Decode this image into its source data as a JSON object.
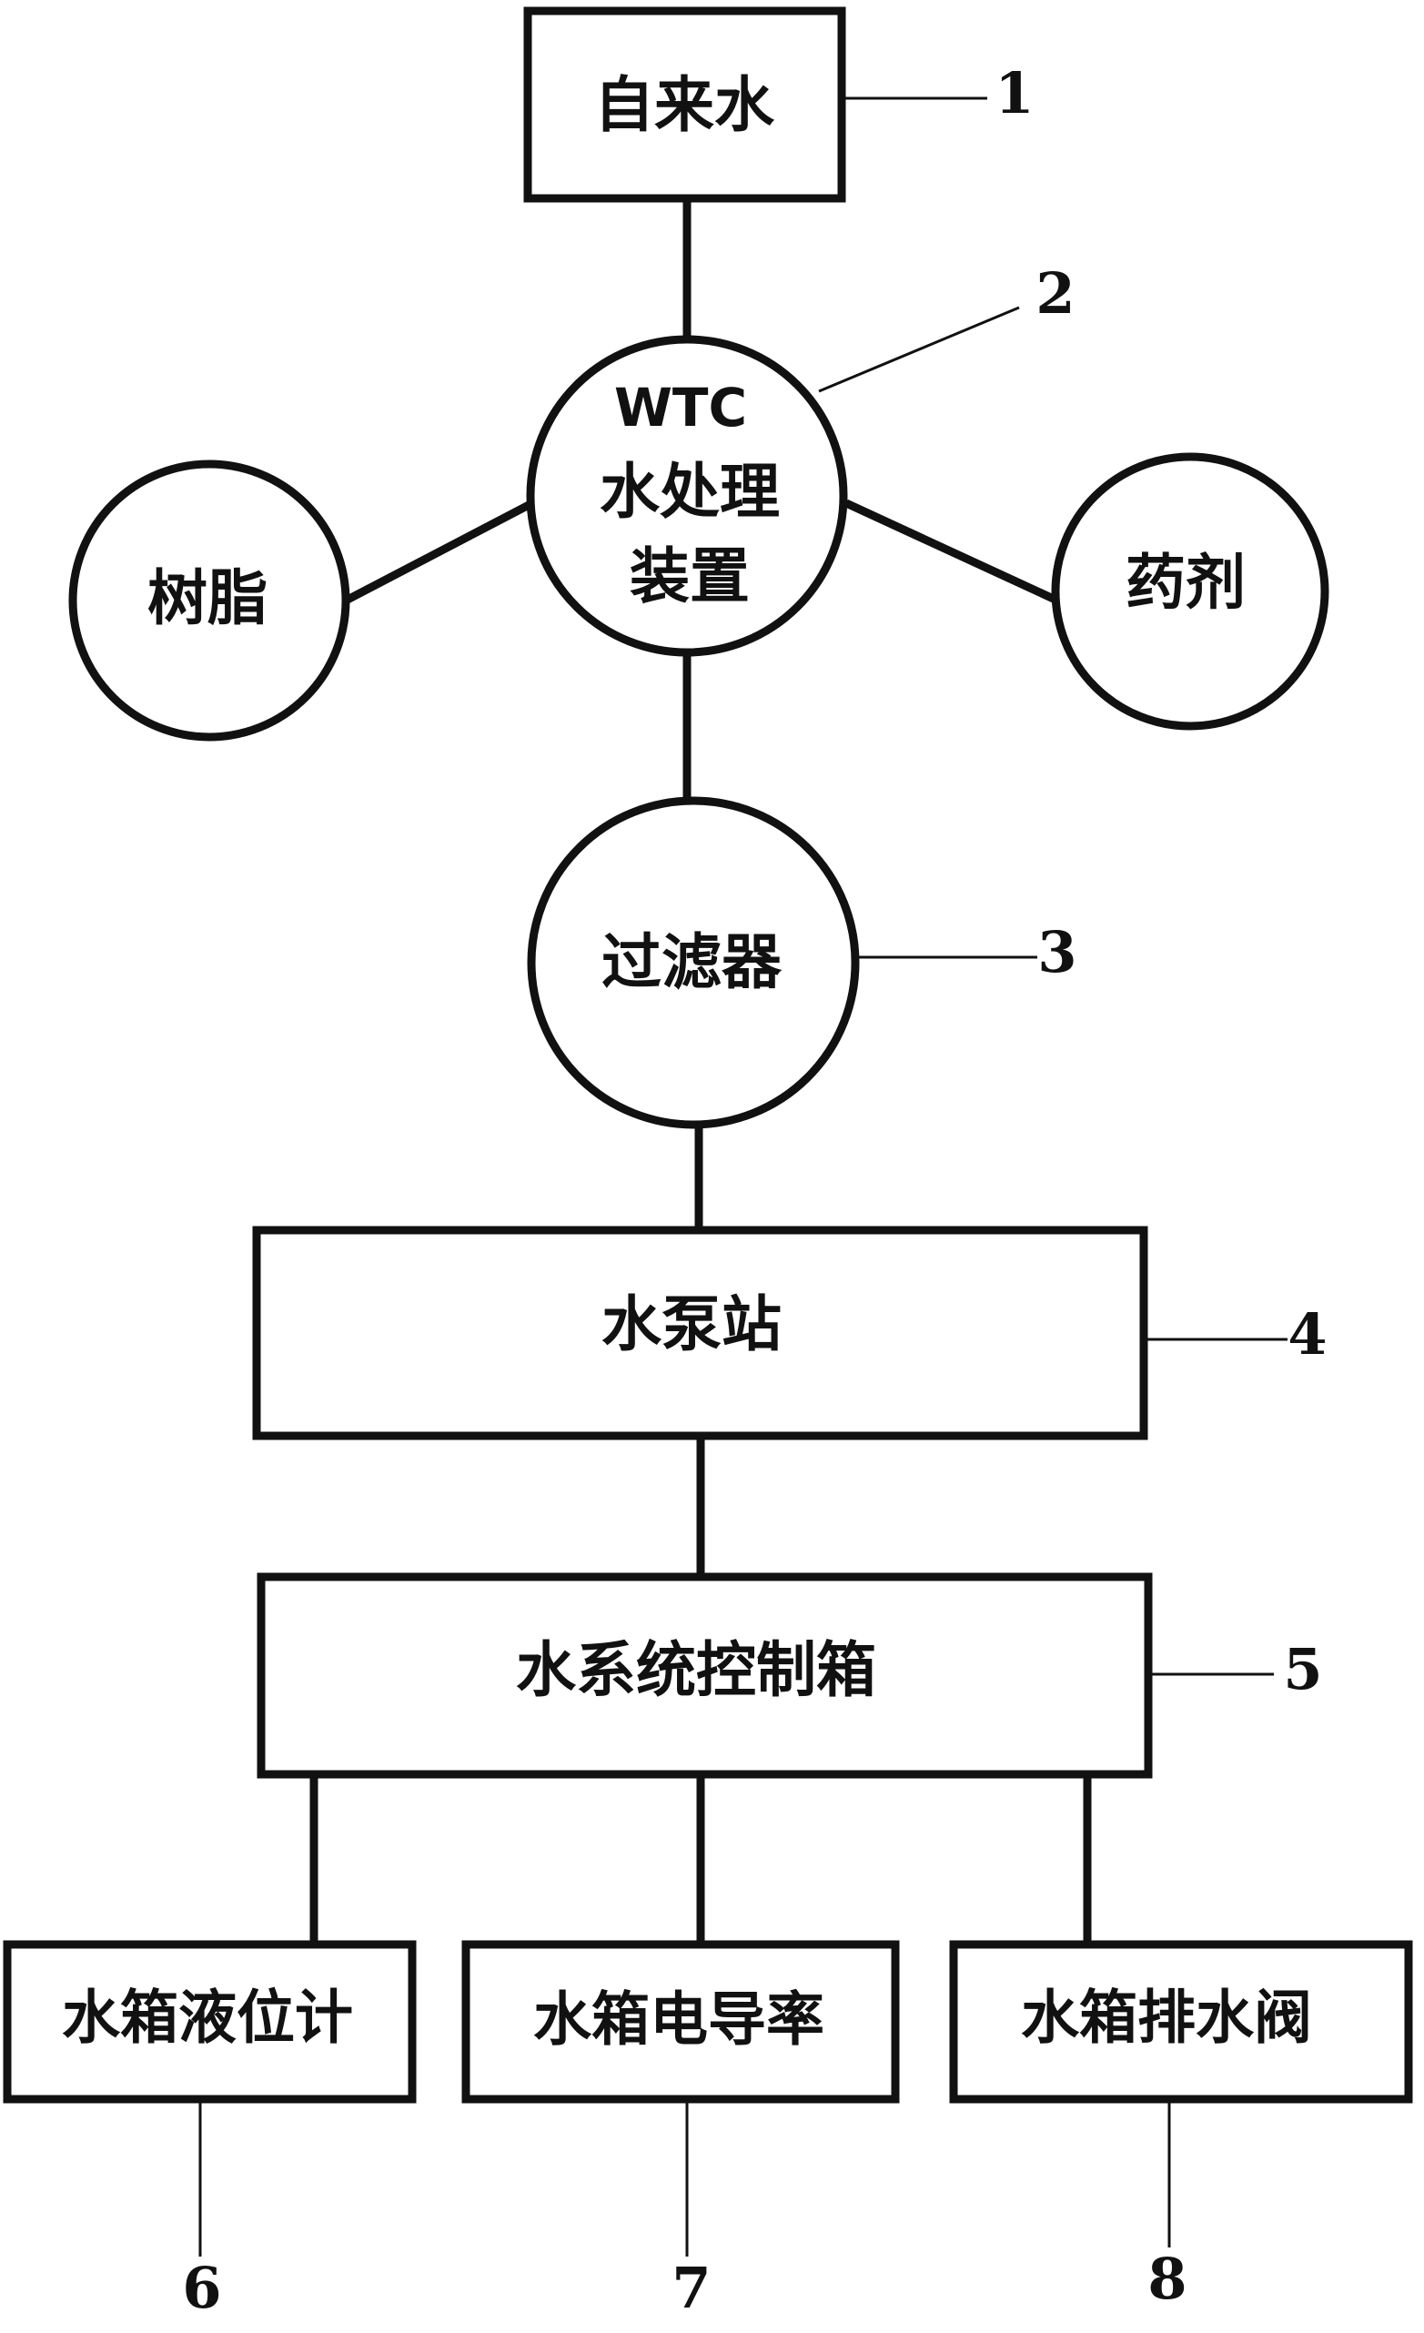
{
  "diagram": {
    "nodes": {
      "tap_water": {
        "label": "自来水",
        "number": "1"
      },
      "wtc_device": {
        "label_lines": [
          "WTC",
          "水处理",
          "装置"
        ],
        "number": "2"
      },
      "resin": {
        "label": "树脂"
      },
      "chemical": {
        "label": "药剂"
      },
      "filter": {
        "label": "过滤器",
        "number": "3"
      },
      "pump_station": {
        "label": "水泵站",
        "number": "4"
      },
      "control_box": {
        "label": "水系统控制箱",
        "number": "5"
      },
      "level_gauge": {
        "label": "水箱液位计",
        "number": "6"
      },
      "conductivity": {
        "label": "水箱电导率",
        "number": "7"
      },
      "drain_valve": {
        "label": "水箱排水阀",
        "number": "8"
      }
    }
  }
}
